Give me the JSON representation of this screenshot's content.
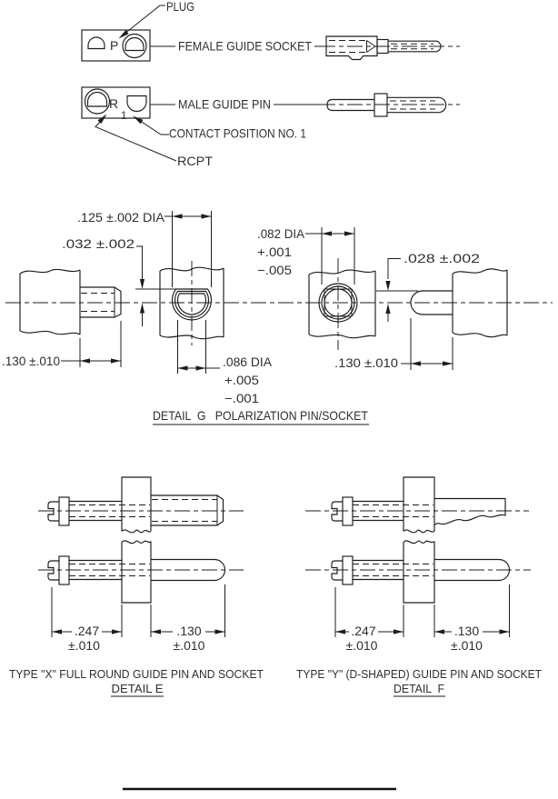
{
  "figure": {
    "top": {
      "plug_label": "PLUG",
      "female_label": "FEMALE GUIDE SOCKET",
      "male_label": "MALE GUIDE PIN",
      "contact_label": "CONTACT POSITION NO. 1",
      "rcpt_label": "RCPT",
      "plug_letter": "P",
      "rcpt_letter": "R",
      "position_number": "1"
    },
    "detail_g": {
      "dim_pin_dia": ".125 ±.002 DIA",
      "dim_socket_offset": ".032 ±.002",
      "dim_socket_dia": ".082 DIA",
      "dim_socket_dia_plus": "+.001",
      "dim_socket_dia_minus": "−.005",
      "dim_pin_offset": ".028 ±.002",
      "dim_socket_len": ".130 ±.010",
      "dim_pin_len": ".130 ±.010",
      "dim_hole_dia": ".086 DIA",
      "dim_hole_dia_plus": "+.005",
      "dim_hole_dia_minus": "−.001",
      "caption": "DETAIL  G   POLARIZATION PIN/SOCKET"
    },
    "detail_e": {
      "dim_socket_len": ".247",
      "dim_socket_tol": "±.010",
      "dim_pin_len": ".130",
      "dim_pin_tol": "±.010",
      "title": "TYPE \"X\" FULL ROUND GUIDE PIN AND SOCKET",
      "caption": "DETAIL E"
    },
    "detail_f": {
      "dim_socket_len": ".247",
      "dim_socket_tol": "±.010",
      "dim_pin_len": ".130",
      "dim_pin_tol": "±.010",
      "title": "TYPE \"Y\" (D-SHAPED) GUIDE PIN AND SOCKET",
      "caption": "DETAIL  F"
    }
  }
}
